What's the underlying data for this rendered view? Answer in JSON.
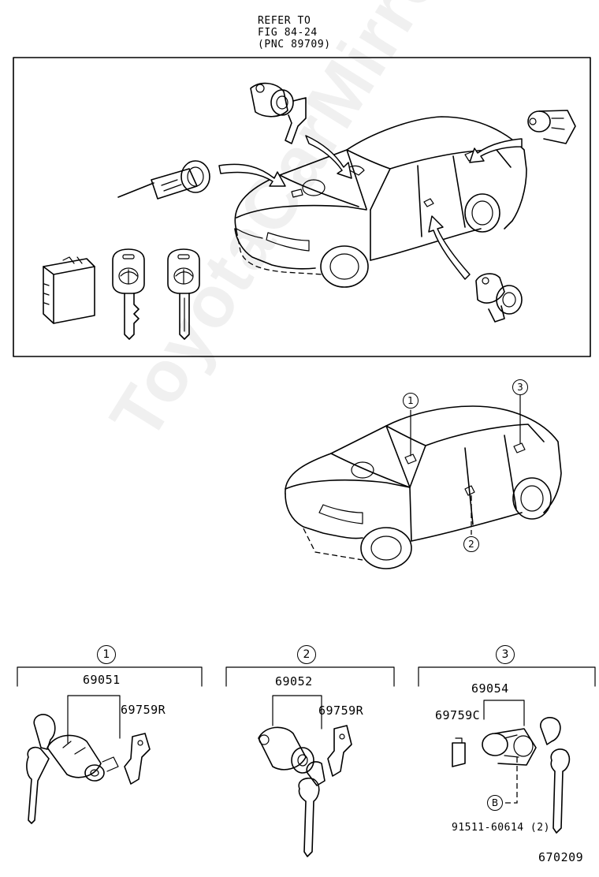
{
  "reference_note": {
    "line1": "REFER TO",
    "line2": "FIG 84-24",
    "line3": "(PNC 89709)"
  },
  "watermark": "ToyotaCarMirror.ru",
  "callouts": {
    "c1": "1",
    "c2": "2",
    "c3": "3"
  },
  "groups": [
    {
      "callout": "1",
      "main_part": "69051",
      "sub_part": "69759R"
    },
    {
      "callout": "2",
      "main_part": "69052",
      "sub_part": "69759R"
    },
    {
      "callout": "3",
      "main_part": "69054",
      "sub_part": "69759C",
      "bolt_marker": "B",
      "bolt_part": "91511-60614 (2)"
    }
  ],
  "figure_number": "670209"
}
